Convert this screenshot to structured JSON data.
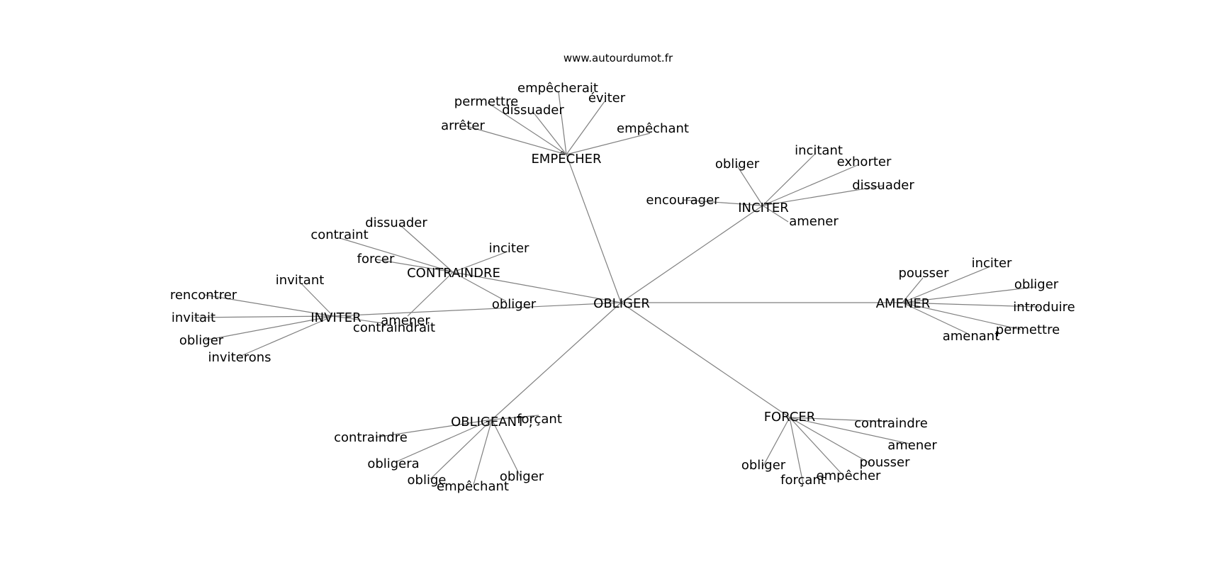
{
  "source_text": "www.autourdumot.fr",
  "center": {
    "id": "obliger",
    "label": "OBLIGER"
  },
  "groups": [
    {
      "id": "empecher",
      "label": "EMPÊCHER",
      "children": [
        "arrêter",
        "permettre",
        "dissuader",
        "empêcherait",
        "éviter",
        "empêchant"
      ]
    },
    {
      "id": "inciter",
      "label": "INCITER",
      "children": [
        "obliger",
        "incitant",
        "exhorter",
        "dissuader",
        "encourager",
        "amener"
      ]
    },
    {
      "id": "contraindre",
      "label": "CONTRAINDRE",
      "children": [
        "dissuader",
        "contraint",
        "forcer",
        "inciter",
        "obliger",
        "amener"
      ]
    },
    {
      "id": "inviter",
      "label": "INVITER",
      "children": [
        "invitant",
        "rencontrer",
        "invitait",
        "obliger",
        "inviterons",
        "contraindrait"
      ]
    },
    {
      "id": "amener",
      "label": "AMENER",
      "children": [
        "pousser",
        "inciter",
        "obliger",
        "introduire",
        "permettre",
        "amenant"
      ]
    },
    {
      "id": "obligeant",
      "label": "OBLIGEANT ;",
      "children": [
        "forçant",
        "contraindre",
        "obligera",
        "oblige",
        "empêchant",
        "obliger"
      ]
    },
    {
      "id": "forcer",
      "label": "FORCER",
      "children": [
        "contraindre",
        "amener",
        "pousser",
        "empêcher",
        "forçant",
        "obliger"
      ]
    }
  ]
}
